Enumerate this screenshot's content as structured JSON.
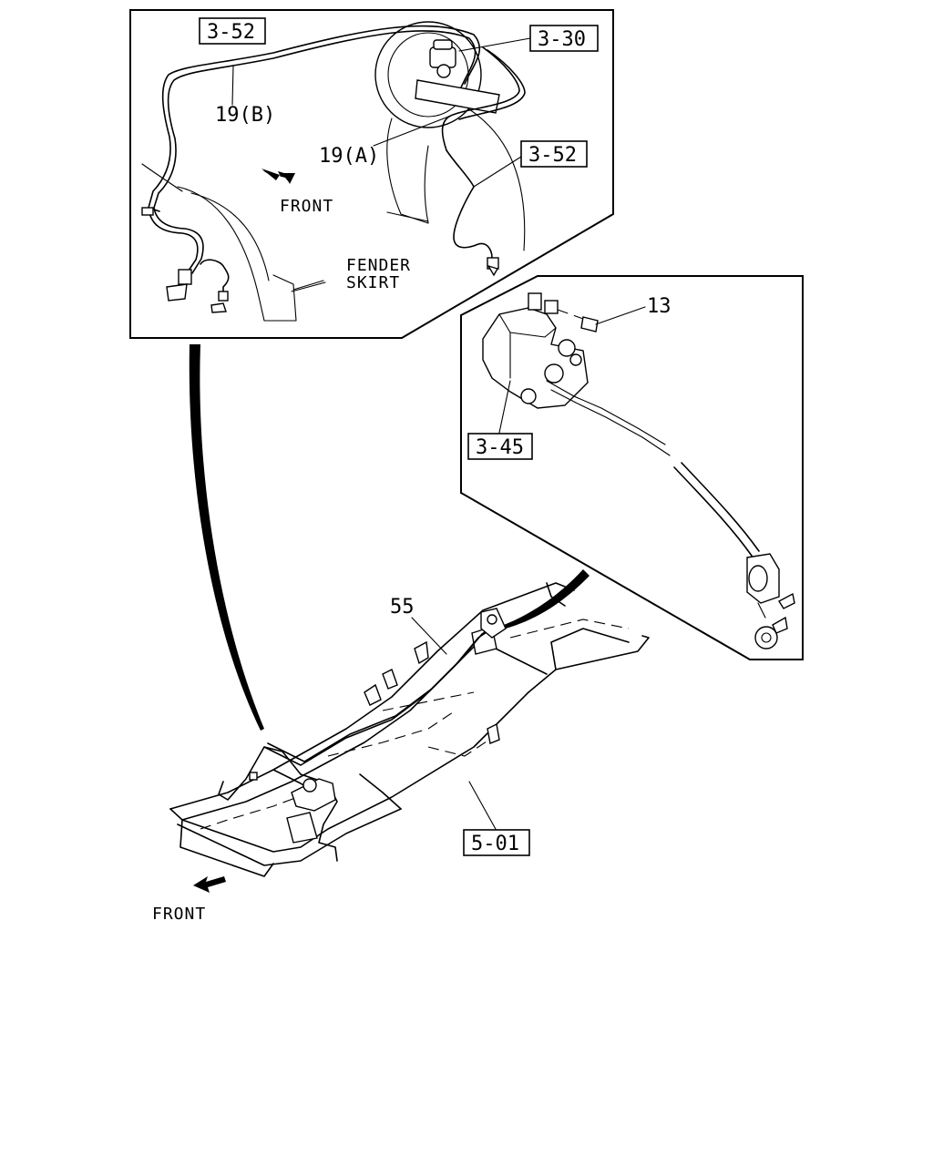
{
  "labels": {
    "ref_3_52_top": "3-52",
    "ref_3_30": "3-30",
    "ref_3_52_right": "3-52",
    "ref_3_45": "3-45",
    "ref_5_01": "5-01",
    "part_19b": "19(B)",
    "part_19a": "19(A)",
    "part_13": "13",
    "part_55": "55"
  },
  "annotations": {
    "front_upper": "FRONT",
    "fender_line1": "FENDER",
    "fender_line2": "SKIRT",
    "front_lower": "FRONT"
  }
}
